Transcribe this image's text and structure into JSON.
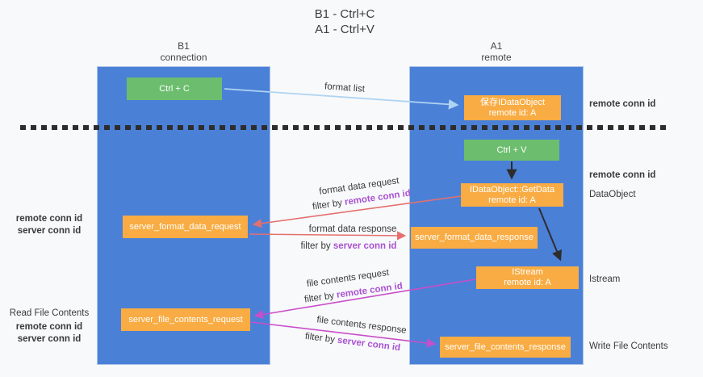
{
  "title": {
    "line1": "B1 - Ctrl+C",
    "line2": "A1 - Ctrl+V"
  },
  "lanes": {
    "left": {
      "name": "B1",
      "role": "connection"
    },
    "right": {
      "name": "A1",
      "role": "remote"
    }
  },
  "nodes": {
    "ctrl_c": {
      "label": "Ctrl + C"
    },
    "ctrl_v": {
      "label": "Ctrl + V"
    },
    "save_dataobject": {
      "line1": "保存IDataObject",
      "line2": "remote id: A"
    },
    "getdata": {
      "line1": "IDataObject::GetData",
      "line2": "remote id: A"
    },
    "istream": {
      "line1": "IStream",
      "line2": "remote id: A"
    },
    "server_format_data_request": {
      "label": "server_format_data_request"
    },
    "server_format_data_response": {
      "label": "server_format_data_response"
    },
    "server_file_contents_request": {
      "label": "server_file_contents_request"
    },
    "server_file_contents_response": {
      "label": "server_file_contents_response"
    }
  },
  "messages": {
    "format_list": {
      "label": "format list"
    },
    "format_data_request": {
      "label": "format data request",
      "filter_prefix": "filter by ",
      "filter_key": "remote conn id"
    },
    "format_data_response": {
      "label": "format data response",
      "filter_prefix": "filter by ",
      "filter_key": "server conn id"
    },
    "file_contents_request": {
      "label": "file contents request",
      "filter_prefix": "filter by ",
      "filter_key": "remote conn id"
    },
    "file_contents_response": {
      "label": "file contents response",
      "filter_prefix": "filter by ",
      "filter_key": "server conn id"
    }
  },
  "side_labels": {
    "right_remote_conn_top": "remote conn id",
    "right_remote_conn_mid": "remote conn id",
    "right_dataobject": "DataObject",
    "right_istream": "Istream",
    "right_write_file": "Write File Contents",
    "left_remote_conn_mid": "remote conn id",
    "left_server_conn_mid": "server conn id",
    "left_read_file": "Read File Contents",
    "left_remote_conn_bottom": "remote conn id",
    "left_server_conn_bottom": "server conn id"
  },
  "colors": {
    "lane_fill": "#4b80d7",
    "node_green": "#6cbe6e",
    "node_orange": "#f8ac43",
    "arrow_blue": "#aed4f2",
    "arrow_black": "#2d2d2d",
    "arrow_red": "#e4706e",
    "arrow_magenta": "#c94ec9",
    "text_purple": "#a952d1",
    "text_green": "#53b35e",
    "dash_line": "#2d2d2d"
  }
}
